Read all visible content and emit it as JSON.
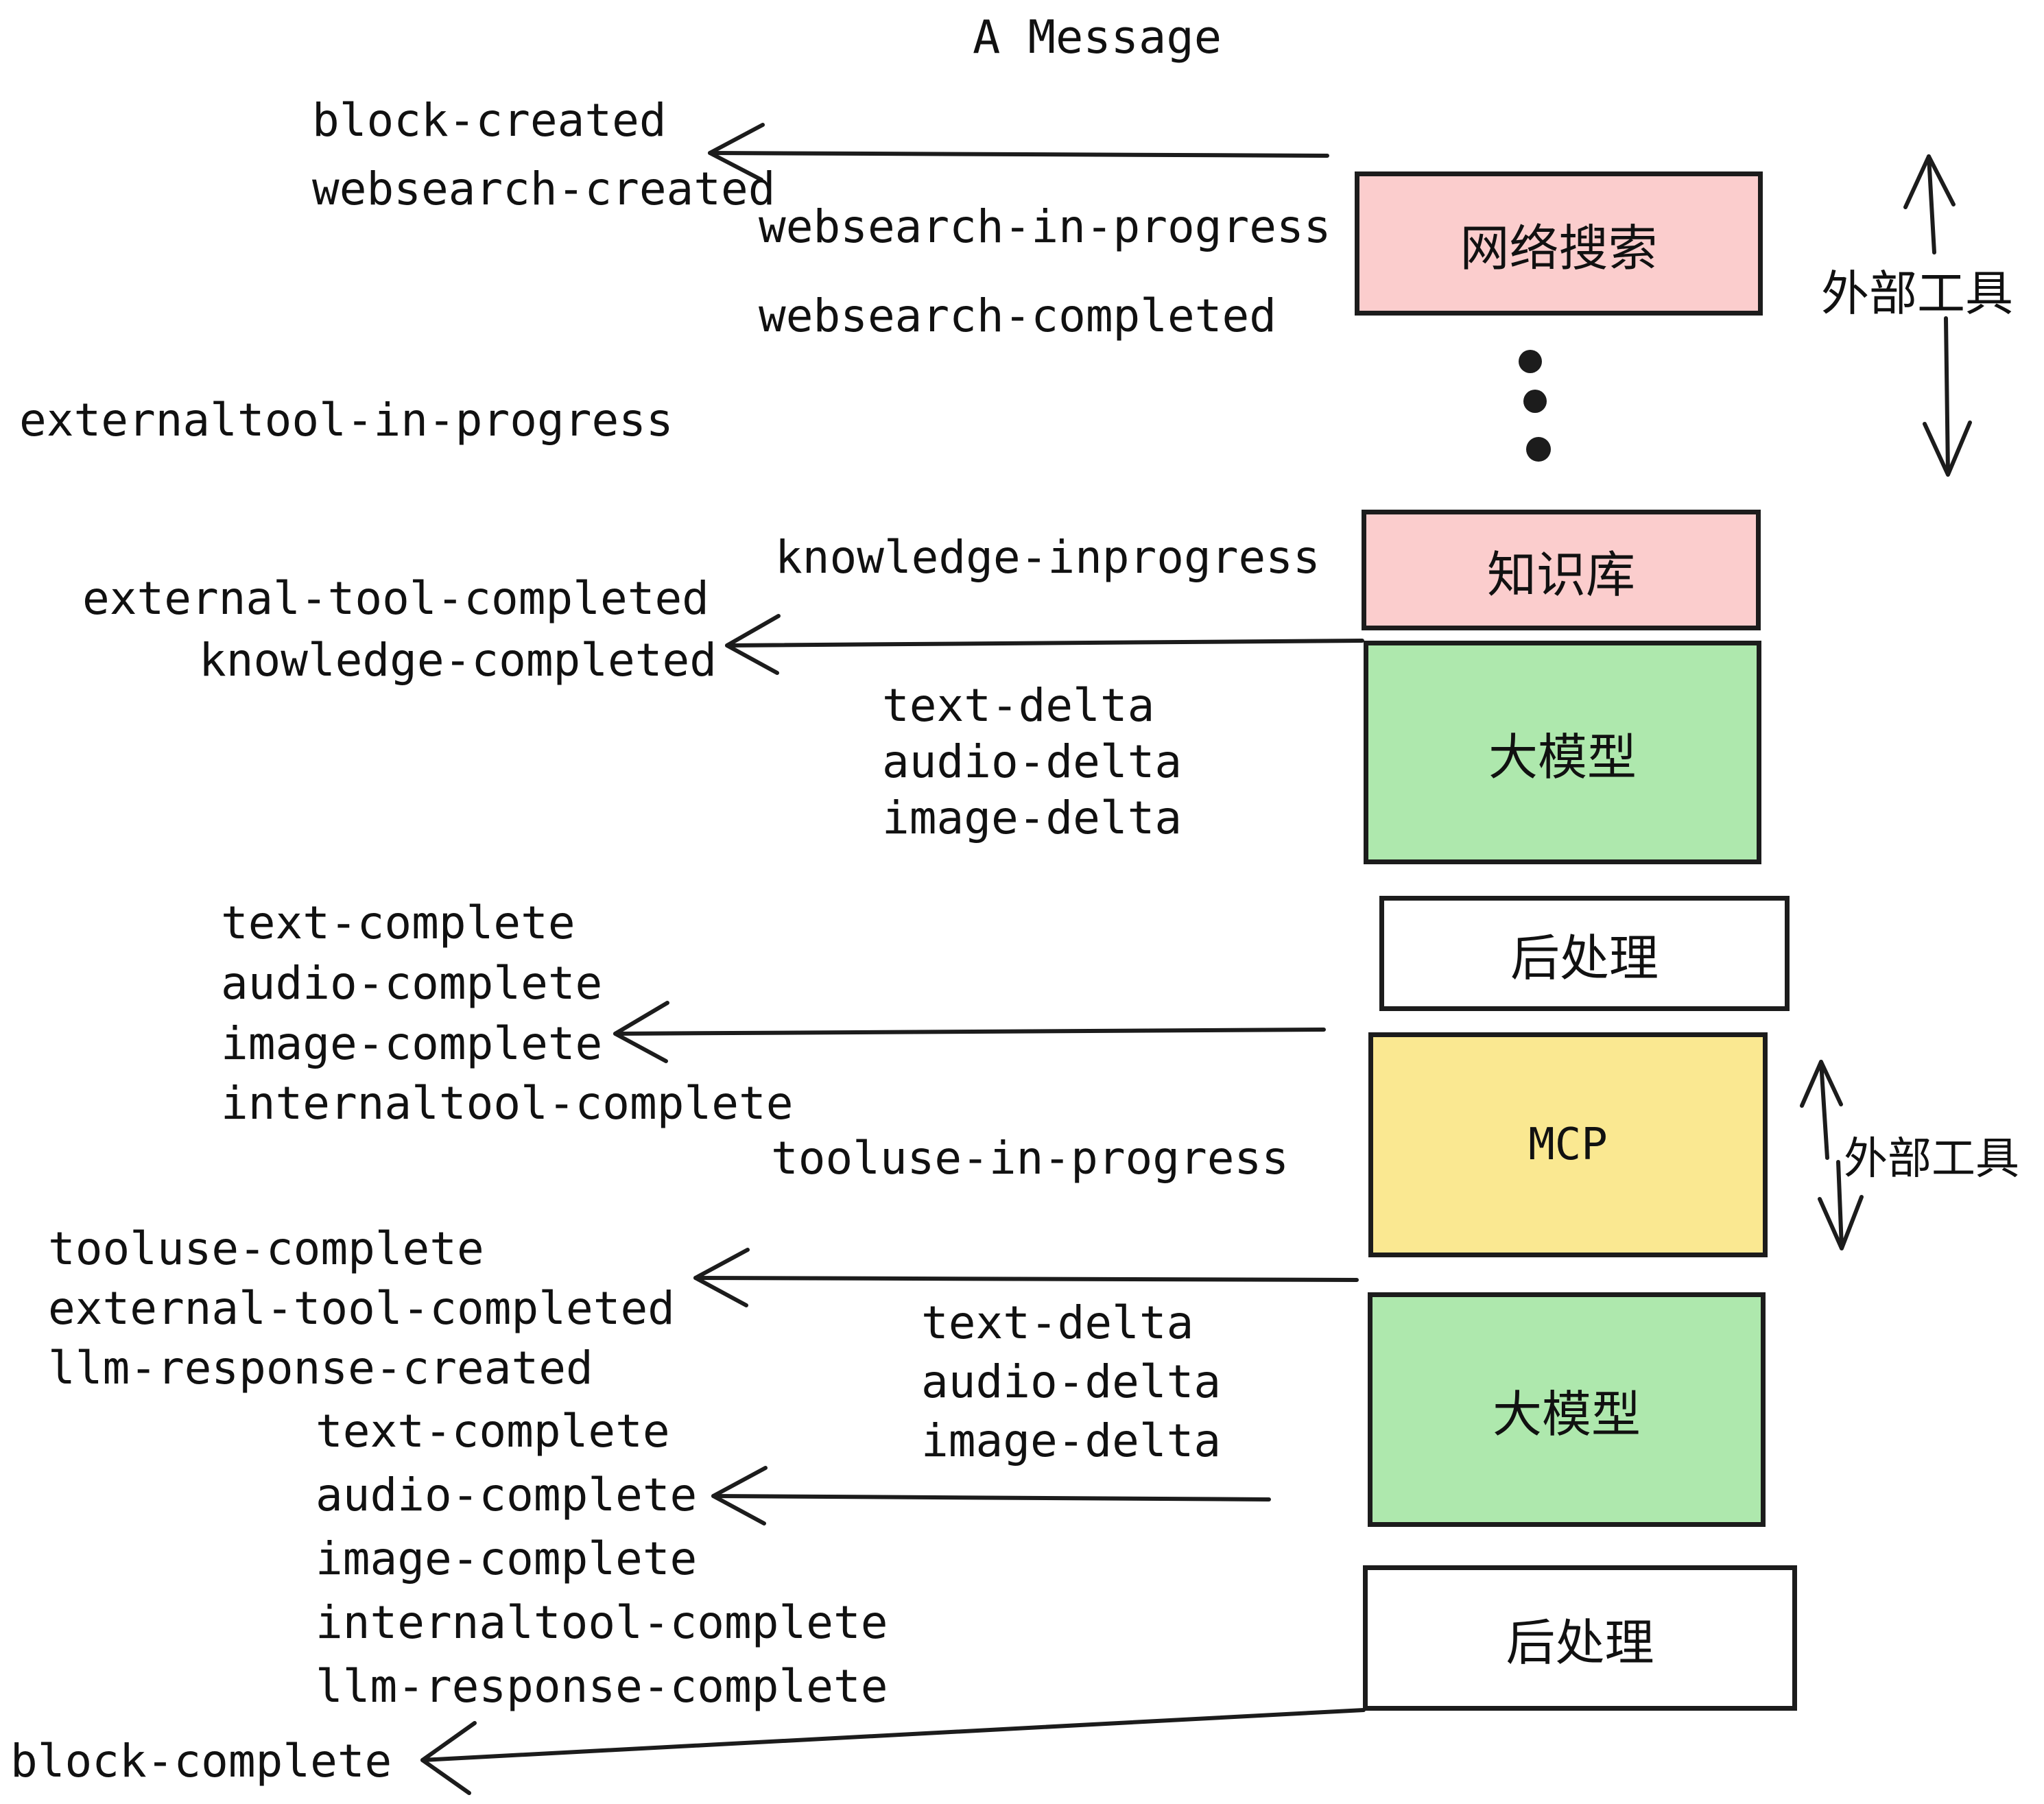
{
  "title": "A Message",
  "colors": {
    "box_pink": "#fbcdcd",
    "box_green": "#aee8ad",
    "box_yellow": "#fae891",
    "box_white": "#ffffff",
    "box_border": "#1c1c1c",
    "text": "#111111",
    "arrow": "#1c1c1c"
  },
  "boxes": {
    "websearch": "网络搜索",
    "knowledge": "知识库",
    "llm1": "大模型",
    "post1": "后处理",
    "mcp": "MCP",
    "llm2": "大模型",
    "post2": "后处理"
  },
  "side_labels": {
    "external_tools_top": "外部工具",
    "external_tools_mid": "外部工具"
  },
  "events": {
    "block_created": "block-created",
    "websearch_created": "websearch-created",
    "websearch_in_progress": "websearch-in-progress",
    "websearch_completed": "websearch-completed",
    "externaltool_in_progress": "externaltool-in-progress",
    "knowledge_inprogress": "knowledge-inprogress",
    "external_tool_completed": "external-tool-completed",
    "knowledge_completed": "knowledge-completed",
    "deltas_round1": [
      "text-delta",
      "audio-delta",
      "image-delta"
    ],
    "completes_round1": [
      "text-complete",
      "audio-complete",
      "image-complete",
      "internaltool-complete"
    ],
    "tooluse_in_progress": "tooluse-in-progress",
    "tooluse_complete": "tooluse-complete",
    "external_tool_completed_2": "external-tool-completed",
    "llm_response_created": "llm-response-created",
    "deltas_round2": [
      "text-delta",
      "audio-delta",
      "image-delta"
    ],
    "completes_round2": [
      "text-complete",
      "audio-complete",
      "image-complete",
      "internaltool-complete",
      "llm-response-complete"
    ],
    "block_complete": "block-complete"
  }
}
